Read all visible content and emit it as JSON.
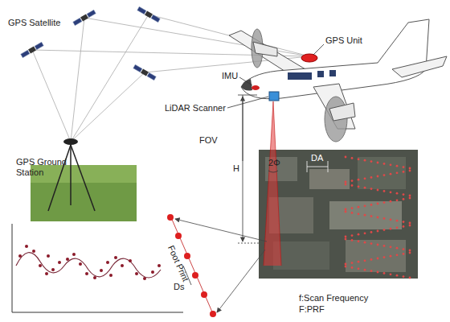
{
  "diagram": {
    "labels": [
      "GPS Satellite",
      "GPS Unit",
      "IMU",
      "LiDAR Scanner",
      "FOV",
      "H",
      "2Φ",
      "DA",
      "GPS Ground Station",
      "Foot Print",
      "Ds",
      "f:Scan Frequency",
      "F:PRF"
    ]
  }
}
